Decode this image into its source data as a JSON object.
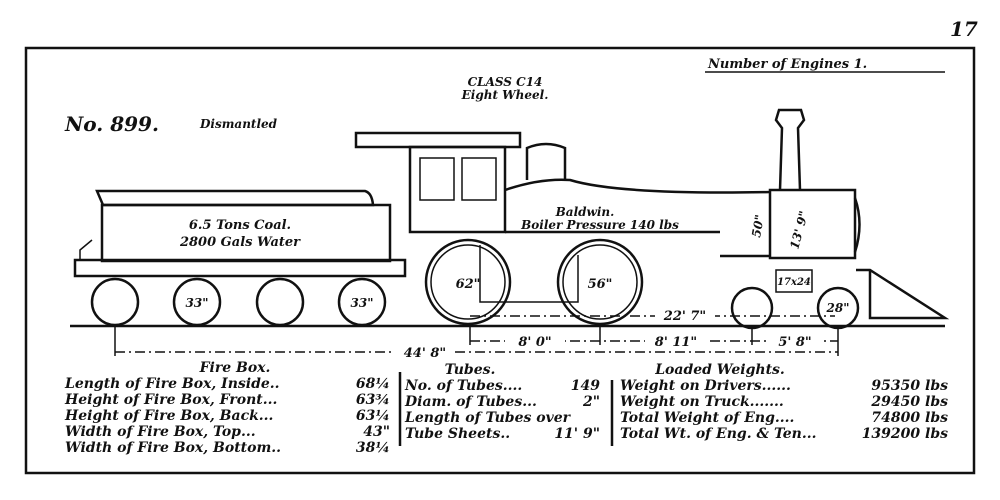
{
  "page_number": "17",
  "header": {
    "number_of_engines": "Number of Engines   1.",
    "class": "CLASS C14",
    "wheel_type": "Eight Wheel.",
    "engine_no": "No. 899.",
    "status": "Dismantled"
  },
  "drawing": {
    "tender_coal": "6.5 Tons Coal.",
    "tender_water": "2800 Gals Water",
    "builder": "Baldwin.",
    "boiler_pressure": "Boiler Pressure 140 lbs",
    "tender_wheel_dia_1": "33\"",
    "tender_wheel_dia_2": "33\"",
    "driver_dia_1": "62\"",
    "driver_dia_2": "56\"",
    "truck_wheel_dia": "28\"",
    "cylinder": "17x24",
    "boiler_height": "50\"",
    "stack_height": "13' 9\"",
    "total_wheelbase": "44' 8\"",
    "engine_wheelbase": "22' 7\"",
    "dim_drivers": "8' 0\"",
    "dim_driver_truck": "8' 11\"",
    "dim_truck": "5' 8\""
  },
  "fire_box": {
    "heading": "Fire Box.",
    "rows": [
      {
        "label": "Length of Fire Box, Inside..",
        "value": "68¼"
      },
      {
        "label": "Height of Fire Box, Front...",
        "value": "63¾"
      },
      {
        "label": "Height of Fire Box, Back...",
        "value": "63¼"
      },
      {
        "label": "Width of Fire Box, Top...",
        "value": "43\""
      },
      {
        "label": "Width of Fire Box, Bottom..",
        "value": "38¼"
      }
    ]
  },
  "tubes": {
    "heading": "Tubes.",
    "rows": [
      {
        "label": "No. of Tubes....",
        "value": "149"
      },
      {
        "label": "Diam. of Tubes...",
        "value": "2\""
      },
      {
        "label": "Length of Tubes over",
        "value": ""
      },
      {
        "label": "Tube Sheets..",
        "value": "11' 9\""
      }
    ]
  },
  "loaded_weights": {
    "heading": "Loaded Weights.",
    "rows": [
      {
        "label": "Weight on Drivers......",
        "value": "95350 lbs"
      },
      {
        "label": "Weight on Truck.......",
        "value": "29450 lbs"
      },
      {
        "label": "Total Weight of Eng....",
        "value": "74800 lbs"
      },
      {
        "label": "Total Wt. of Eng. & Ten...",
        "value": "139200 lbs"
      }
    ]
  }
}
